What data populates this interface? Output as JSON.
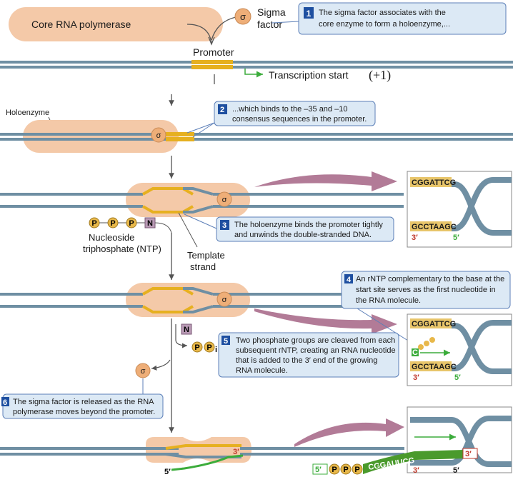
{
  "labels": {
    "core_rna_polymerase": "Core RNA polymerase",
    "sigma_symbol": "σ",
    "sigma_factor_line1": "Sigma",
    "sigma_factor_line2": "factor",
    "promoter": "Promoter",
    "transcription_start": "Transcription start",
    "plus_one": "(+1)",
    "holoenzyme": "Holoenzyme",
    "nucleoside_line1": "Nucleoside",
    "nucleoside_line2": "triphosphate (NTP)",
    "template_line1": "Template",
    "template_line2": "strand",
    "p": "P",
    "n": "N",
    "c": "C",
    "pi_sub": "i"
  },
  "steps": [
    {
      "num": "1",
      "line1": "The sigma factor associates with the",
      "line2": "core enzyme to form a holoenzyme,..."
    },
    {
      "num": "2",
      "line1": "...which binds to the –35 and –10",
      "line2": "consensus sequences in the promoter."
    },
    {
      "num": "3",
      "line1": "The holoenzyme binds the promoter tightly",
      "line2": "and unwinds the double-stranded DNA."
    },
    {
      "num": "4",
      "line1": "An rNTP complementary to the base at the",
      "line2": "start site serves as the first nucleotide in",
      "line3": "the RNA molecule."
    },
    {
      "num": "5",
      "line1": "Two phosphate groups are cleaved from each",
      "line2": "subsequent rNTP, creating an RNA nucleotide",
      "line3": "that is added to the 3′ end of the growing",
      "line4": "RNA molecule."
    },
    {
      "num": "6",
      "line1": "The sigma factor is released as the RNA",
      "line2": "polymerase moves beyond the promoter."
    }
  ],
  "insets": {
    "top_seq": "CGGATTCG",
    "bottom_seq": "GCCTAAGC",
    "three_prime": "3′",
    "five_prime": "5′",
    "rna_seq": "CGGAUUCG"
  },
  "colors": {
    "enzyme": "#f4c9a8",
    "sigma": "#eeae78",
    "dna": "#6f8fa3",
    "promoter": "#e6b020",
    "arrow_pink": "#b27b97",
    "callout_bg": "#dce9f5",
    "callout_border": "#5c7fb8",
    "step_badge": "#1e4fa0",
    "green": "#3bac3b",
    "rna_green": "#4a9a2c"
  }
}
